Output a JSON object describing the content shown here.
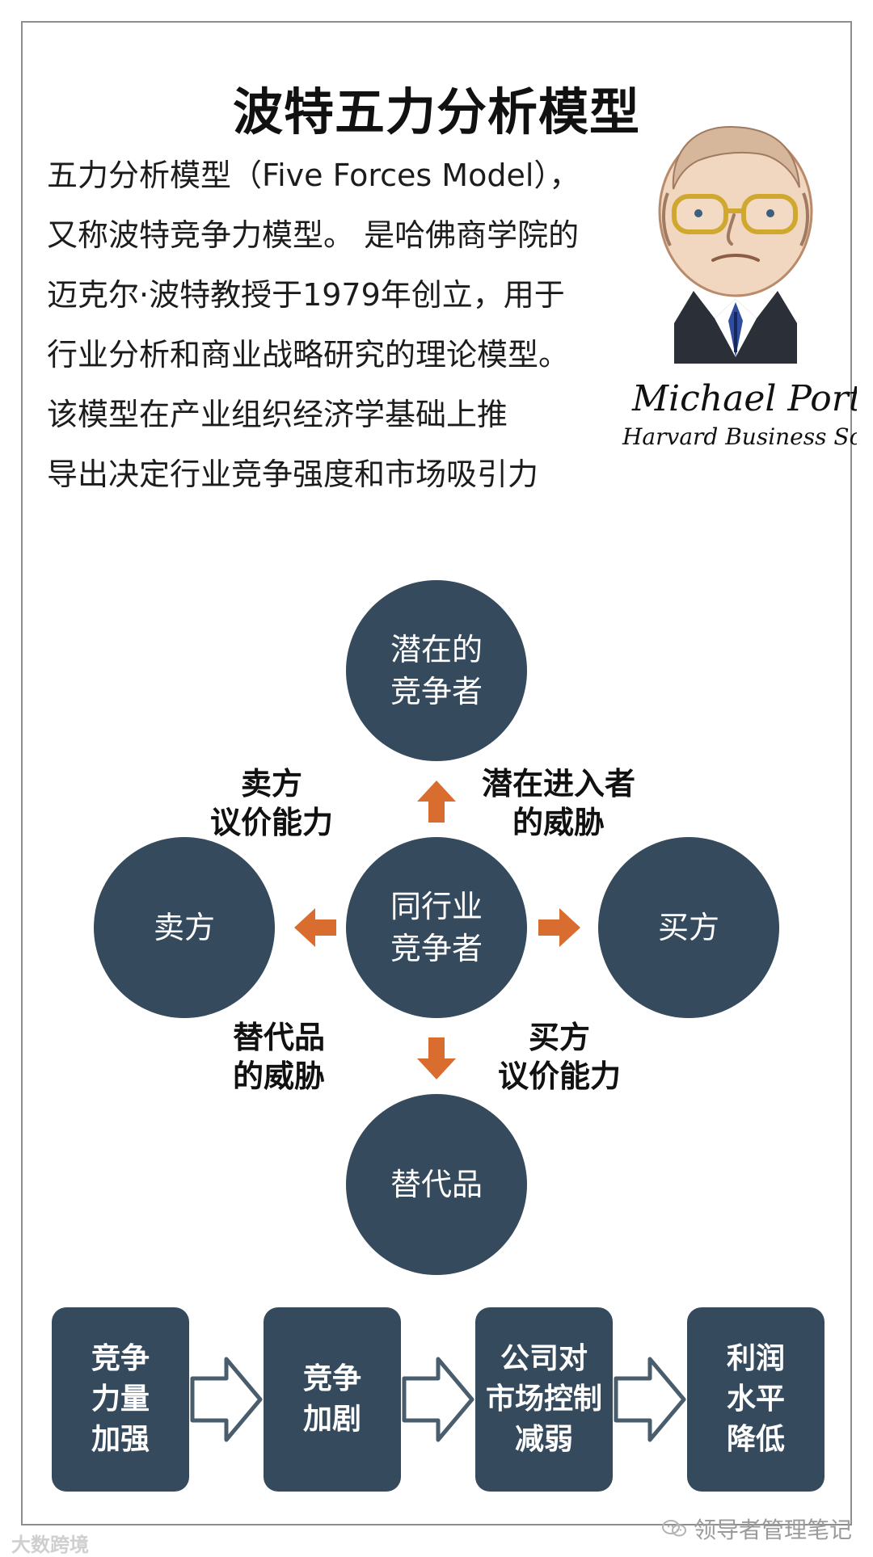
{
  "title": "波特五力分析模型",
  "intro": {
    "lines": [
      "五力分析模型（Five Forces Model），",
      "又称波特竞争力模型。 是哈佛商学院的",
      "迈克尔·波特教授于1979年创立，用于",
      "行业分析和商业战略研究的理论模型。",
      "该模型在产业组织经济学基础上推",
      "导出决定行业竞争强度和市场吸引力"
    ]
  },
  "portrait": {
    "name_label": "Michael Porter",
    "school_label": "Harvard Business School"
  },
  "diagram": {
    "center": "同行业\n竞争者",
    "top": "潜在的\n竞争者",
    "left": "卖方",
    "right": "买方",
    "bottom": "替代品",
    "labels": {
      "seller_power": "卖方\n议价能力",
      "entrant_threat": "潜在进入者\n的威胁",
      "substitute_threat": "替代品\n的威胁",
      "buyer_power": "买方\n议价能力"
    },
    "colors": {
      "circle": "#354a5c",
      "arrow": "#d96c2f"
    }
  },
  "flow": {
    "steps": [
      "竞争\n力量\n加强",
      "竞争\n加剧",
      "公司对\n市场控制\n减弱",
      "利润\n水平\n降低"
    ],
    "arrow_color": "#4a5d6d"
  },
  "watermarks": {
    "left": "大数跨境",
    "right": "领导者管理笔记"
  }
}
